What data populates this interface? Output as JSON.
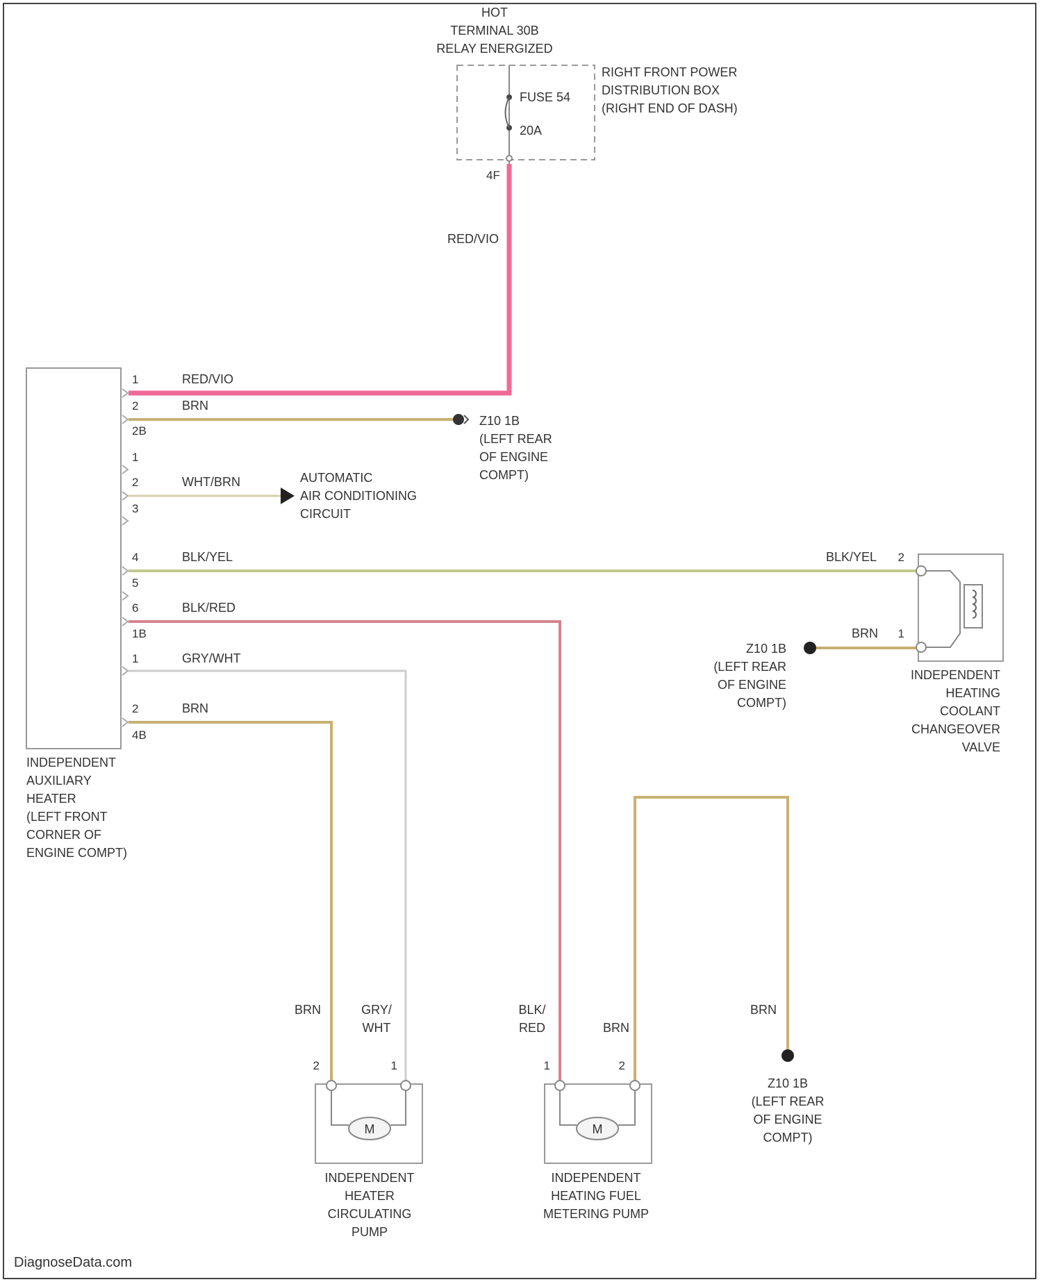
{
  "colors": {
    "red_vio": "#f06a98",
    "brn": "#c8b070",
    "wht_brn": "#d6d2a8",
    "blk_yel": "#c3c98d",
    "blk_red": "#d4848e",
    "gry_wht": "#cdcdcd",
    "outline": "#999999"
  },
  "top": {
    "hot_label": "HOT",
    "terminal_label": "TERMINAL 30B",
    "relay_label": "RELAY ENERGIZED",
    "fuse_label": "FUSE 54",
    "fuse_rating": "20A",
    "fuse_pin": "4F",
    "box_label_1": "RIGHT FRONT POWER",
    "box_label_2": "DISTRIBUTION BOX",
    "box_label_3": "(RIGHT END OF DASH)",
    "wire_red_vio": "RED/VIO"
  },
  "heater": {
    "label_1": "INDEPENDENT",
    "label_2": "AUXILIARY",
    "label_3": "HEATER",
    "label_4": "(LEFT FRONT",
    "label_5": "CORNER OF",
    "label_6": "ENGINE COMPT)",
    "pins": {
      "p1a": "1",
      "p2a": "2",
      "p2b": "2B",
      "p1b": "1",
      "p2c": "2",
      "p3a": "3",
      "p4": "4",
      "p5": "5",
      "p6": "6",
      "p1c": "1B",
      "p1d": "1",
      "p2d": "2",
      "p4b": "4B"
    },
    "wires": {
      "w1": "RED/VIO",
      "w2": "BRN",
      "w3": "WHT/BRN",
      "w4": "BLK/YEL",
      "w5": "BLK/RED",
      "w6": "GRY/WHT",
      "w7": "BRN"
    }
  },
  "ground_1": {
    "id": "Z10 1B",
    "loc_1": "(LEFT REAR",
    "loc_2": "OF ENGINE",
    "loc_3": "COMPT)"
  },
  "ac": {
    "label_1": "AUTOMATIC",
    "label_2": "AIR CONDITIONING",
    "label_3": "CIRCUIT"
  },
  "valve": {
    "wire_top": "BLK/YEL",
    "pin_top": "2",
    "wire_bottom": "BRN",
    "pin_bottom": "1",
    "ground_id": "Z10 1B",
    "ground_loc_1": "(LEFT REAR",
    "ground_loc_2": "OF ENGINE",
    "ground_loc_3": "COMPT)",
    "label_1": "INDEPENDENT",
    "label_2": "HEATING",
    "label_3": "COOLANT",
    "label_4": "CHANGEOVER",
    "label_5": "VALVE"
  },
  "circ_pump": {
    "wire_left": "BRN",
    "wire_right_1": "GRY/",
    "wire_right_2": "WHT",
    "pin_left": "2",
    "pin_right": "1",
    "motor": "M",
    "label_1": "INDEPENDENT",
    "label_2": "HEATER",
    "label_3": "CIRCULATING",
    "label_4": "PUMP"
  },
  "fuel_pump": {
    "wire_left_1": "BLK/",
    "wire_left_2": "RED",
    "wire_right": "BRN",
    "pin_left": "1",
    "pin_right": "2",
    "motor": "M",
    "label_1": "INDEPENDENT",
    "label_2": "HEATING FUEL",
    "label_3": "METERING PUMP"
  },
  "ground_3": {
    "wire": "BRN",
    "id": "Z10 1B",
    "loc_1": "(LEFT REAR",
    "loc_2": "OF ENGINE",
    "loc_3": "COMPT)"
  },
  "footer": {
    "watermark": "DiagnoseData.com"
  }
}
